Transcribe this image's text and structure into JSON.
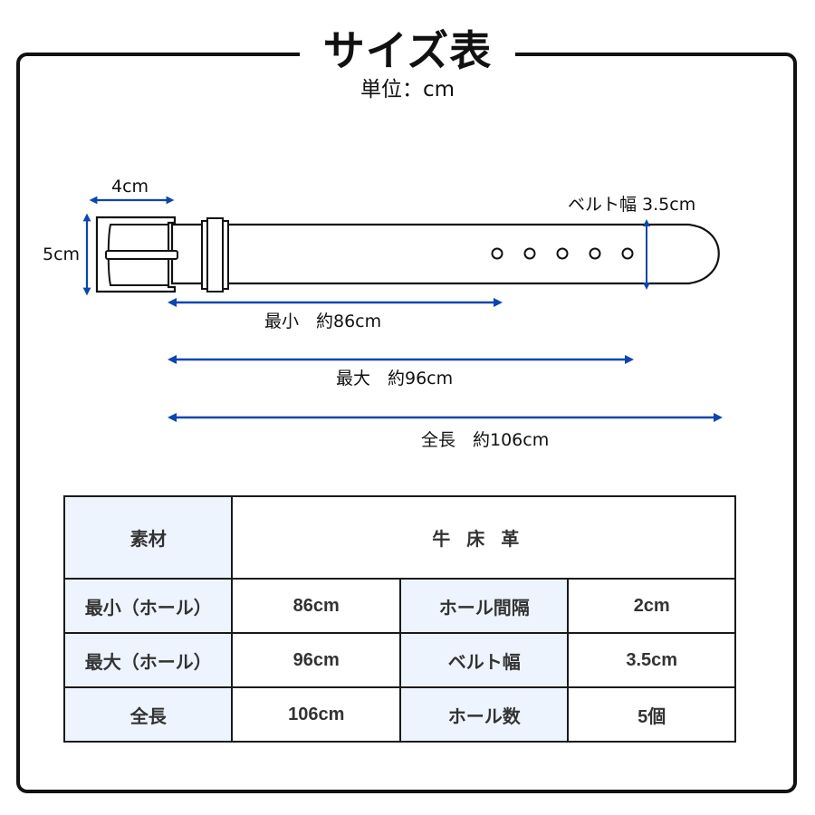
{
  "header": {
    "title": "サイズ表",
    "unit": "単位：cm"
  },
  "diagram": {
    "buckle_width_label": "4cm",
    "buckle_height_label": "5cm",
    "belt_width_label": "ベルト幅 3.5cm",
    "hole_count": 5,
    "arrow_color": "#0b45b0",
    "measurements": [
      {
        "label": "最小　約86cm",
        "value_cm": 86
      },
      {
        "label": "最大　約96cm",
        "value_cm": 96
      },
      {
        "label": "全長　約106cm",
        "value_cm": 106
      }
    ]
  },
  "table": {
    "header_bg": "#eef4fd",
    "material": {
      "label": "素材",
      "value": "牛床革"
    },
    "rows": [
      {
        "label1": "最小（ホール）",
        "value1": "86cm",
        "label2": "ホール間隔",
        "value2": "2cm"
      },
      {
        "label1": "最大（ホール）",
        "value1": "96cm",
        "label2": "ベルト幅",
        "value2": "3.5cm"
      },
      {
        "label1": "全長",
        "value1": "106cm",
        "label2": "ホール数",
        "value2": "5個"
      }
    ]
  }
}
